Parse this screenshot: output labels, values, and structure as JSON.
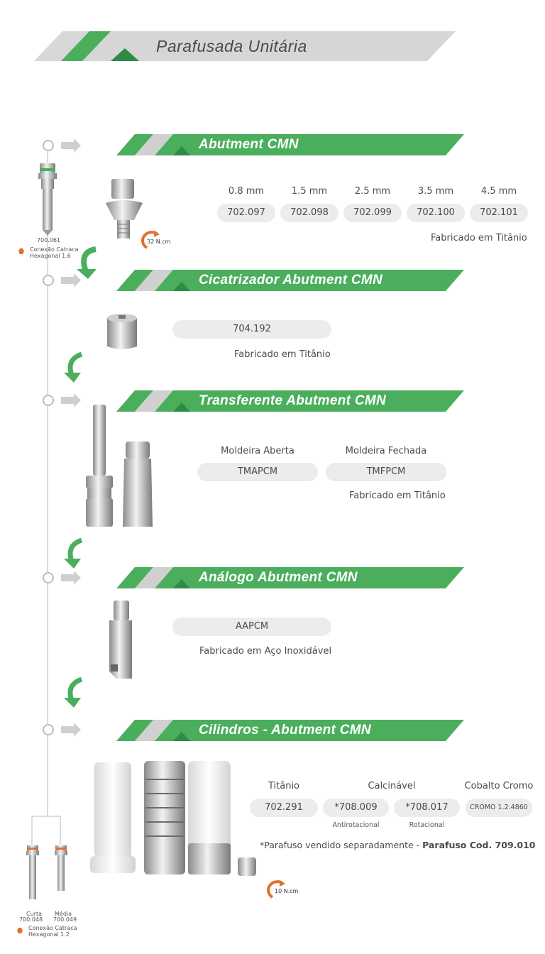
{
  "page_title": "Parafusada Unitária",
  "implant_top": {
    "code": "700.061",
    "connection": "Conexão Catraca",
    "connection2": "Hexagonal 1.6"
  },
  "implant_bottom": {
    "short_label": "Curta",
    "short_code": "700.048",
    "medium_label": "Média",
    "medium_code": "700.049",
    "connection": "Conexão Catraca",
    "connection2": "Hexagonal 1.2"
  },
  "sections": {
    "abutment": {
      "title": "Abutment CMN",
      "sizes": [
        "0.8 mm",
        "1.5 mm",
        "2.5 mm",
        "3.5 mm",
        "4.5 mm"
      ],
      "codes": [
        "702.097",
        "702.098",
        "702.099",
        "702.100",
        "702.101"
      ],
      "material": "Fabricado em Titânio",
      "torque": "32 N.cm"
    },
    "cicatrizador": {
      "title": "Cicatrizador Abutment CMN",
      "code": "704.192",
      "material": "Fabricado em Titânio"
    },
    "transferente": {
      "title": "Transferente Abutment CMN",
      "labels": [
        "Moldeira Aberta",
        "Moldeira Fechada"
      ],
      "codes": [
        "TMAPCM",
        "TMFPCM"
      ],
      "material": "Fabricado em Titânio"
    },
    "analogo": {
      "title": "Análogo Abutment CMN",
      "code": "AAPCM",
      "material": "Fabricado em Aço Inoxidável"
    },
    "cilindros": {
      "title": "Cilindros - Abutment CMN",
      "labels": [
        "Titânio",
        "Calcinável",
        "Cobalto Cromo"
      ],
      "codes": [
        "702.291",
        "*708.009",
        "*708.017",
        "CROMO 1.2.4860"
      ],
      "sublabels": [
        "Antirotacional",
        "Rotacional"
      ],
      "note": "*Parafuso vendido separadamente - ",
      "note_bold": "Parafuso Cod. 709.010",
      "torque": "10 N.cm"
    }
  },
  "colors": {
    "green": "#4bae5d",
    "dark_green": "#2f8a46",
    "gray_stripe": "#cfcfcf",
    "torque_orange": "#e0712b"
  }
}
